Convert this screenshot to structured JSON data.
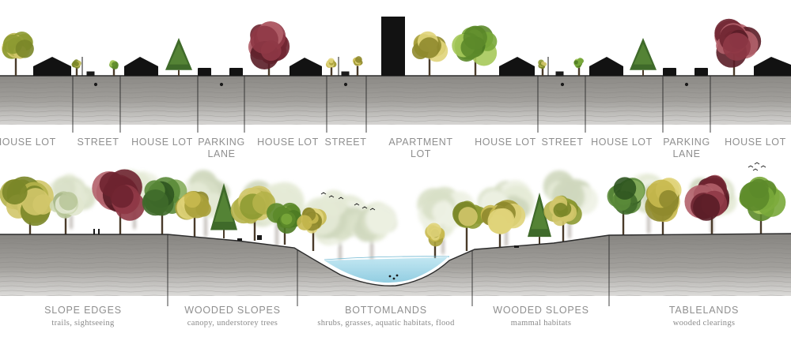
{
  "urban_section": {
    "zones": [
      {
        "label": "HOUSE LOT",
        "label2": ""
      },
      {
        "label": "STREET",
        "label2": ""
      },
      {
        "label": "HOUSE LOT",
        "label2": ""
      },
      {
        "label": "PARKING",
        "label2": "LANE"
      },
      {
        "label": "HOUSE LOT",
        "label2": ""
      },
      {
        "label": "STREET",
        "label2": ""
      },
      {
        "label": "APARTMENT",
        "label2": "LOT"
      },
      {
        "label": "HOUSE LOT",
        "label2": ""
      },
      {
        "label": "STREET",
        "label2": ""
      },
      {
        "label": "HOUSE LOT",
        "label2": ""
      },
      {
        "label": "PARKING",
        "label2": "LANE"
      },
      {
        "label": "HOUSE LOT",
        "label2": ""
      }
    ]
  },
  "ravine_section": {
    "zones": [
      {
        "label": "SLOPE EDGES",
        "sub": "trails, sightseeing"
      },
      {
        "label": "WOODED SLOPES",
        "sub": "canopy, understorey trees"
      },
      {
        "label": "BOTTOMLANDS",
        "sub": "shrubs, grasses, aquatic habitats, flood"
      },
      {
        "label": "WOODED SLOPES",
        "sub": "mammal habitats"
      },
      {
        "label": "TABLELANDS",
        "sub": "wooded clearings"
      }
    ]
  },
  "colors": {
    "soil": "#8c8a86",
    "soil_light": "#a9a7a3",
    "building": "#121212",
    "water": "#9fd4e6",
    "label": "#8f8f8f"
  }
}
